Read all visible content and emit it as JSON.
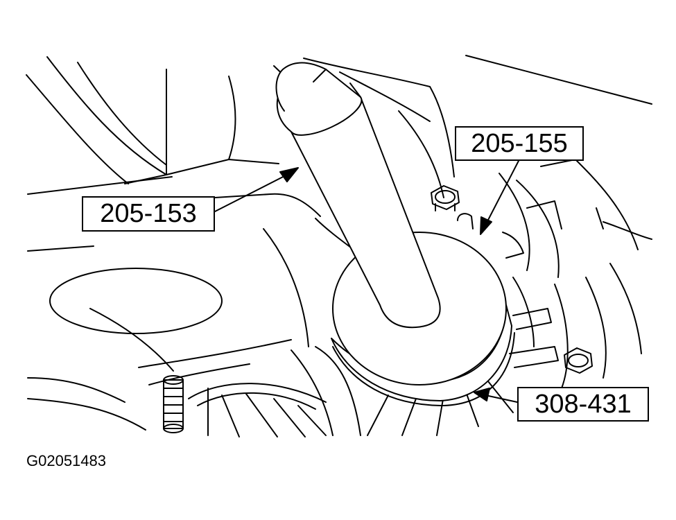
{
  "callouts": {
    "tool_205_155": "205-155",
    "tool_205_153": "205-153",
    "tool_308_431": "308-431"
  },
  "figure_code": "G02051483",
  "colors": {
    "line": "#000000",
    "background": "#ffffff"
  }
}
